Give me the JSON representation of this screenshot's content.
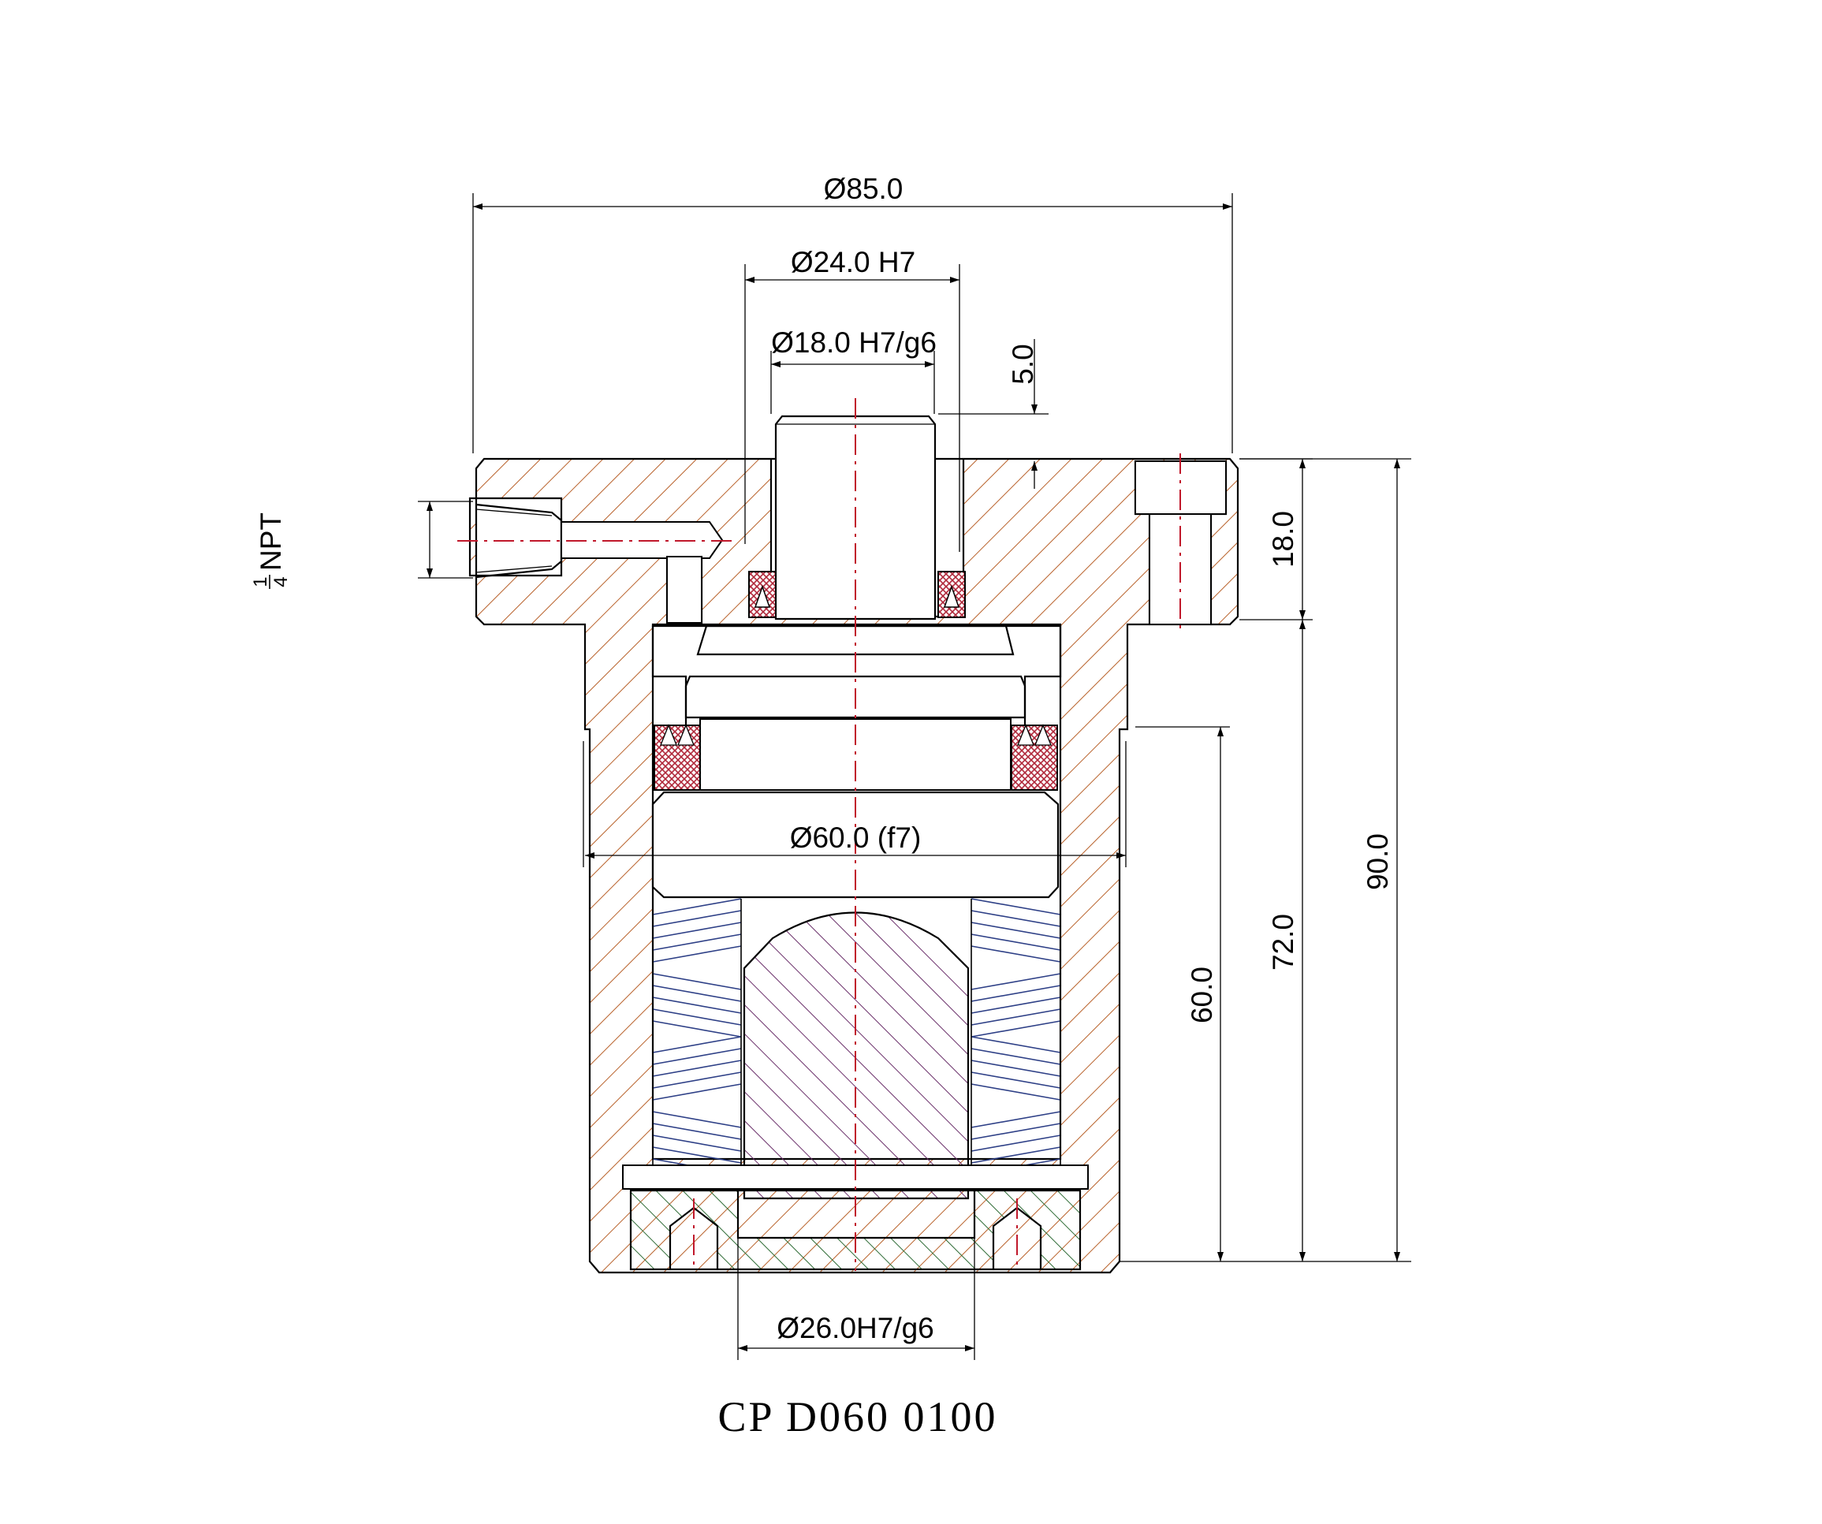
{
  "title": "CP  D060  0100",
  "dimensions": {
    "overall_diameter": "Ø85.0",
    "bore_diameter": "Ø24.0 H7",
    "shaft_diameter": "Ø18.0 H7/g6",
    "shaft_protrusion": "5.0",
    "body_diameter": "Ø60.0 (f7)",
    "bottom_bore": "Ø26.0H7/g6",
    "flange_thickness": "18.0",
    "height_60": "60.0",
    "height_72": "72.0",
    "height_90": "90.0",
    "thread_fraction_top": "1",
    "thread_fraction_bottom": "4",
    "thread_unit": "NPT"
  },
  "colors": {
    "housing_hatch": "#b8612a",
    "seal_fill": "#b0283a",
    "spring_lines": "#2d3f86",
    "piston_hatch": "#6a2f6a",
    "bottom_cap_hatch": "#2e6b35",
    "center_line": "#c0182b"
  }
}
